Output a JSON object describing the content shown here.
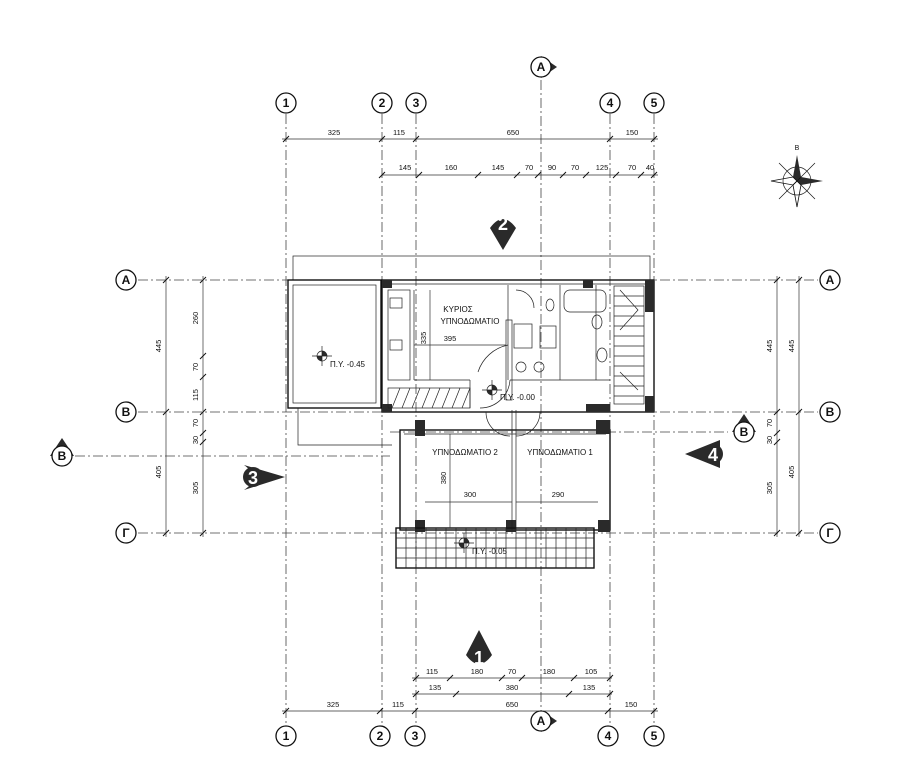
{
  "axes": {
    "columns": [
      "1",
      "2",
      "3",
      "4",
      "5"
    ],
    "rows": [
      "A",
      "B",
      "Γ"
    ]
  },
  "section_marks": {
    "A_top": "A",
    "A_bottom": "A",
    "B_left": "B",
    "B_right": "B"
  },
  "view_marks": [
    "1",
    "2",
    "3",
    "4"
  ],
  "dims": {
    "top_primary": [
      "325",
      "115",
      "650",
      "150"
    ],
    "top_secondary": [
      "145",
      "160",
      "145",
      "70",
      "90",
      "70",
      "125",
      "70",
      "40"
    ],
    "bottom_secondary_a": [
      "115",
      "180",
      "70",
      "180",
      "105"
    ],
    "bottom_secondary_b": [
      "135",
      "380",
      "135"
    ],
    "bottom_primary": [
      "325",
      "115",
      "650",
      "150"
    ],
    "left_outer": [
      "445",
      "405"
    ],
    "left_inner": [
      "260",
      "70",
      "115",
      "70",
      "30",
      "305"
    ],
    "right_outer": [
      "445",
      "405"
    ],
    "right_inner": [
      "445",
      "70",
      "30",
      "305"
    ],
    "room_inner": {
      "d335": "335",
      "d395": "395",
      "d380": "380",
      "d300": "300",
      "d290": "290"
    }
  },
  "rooms": {
    "master_line1": "ΚΥΡΙΟΣ",
    "master_line2": "ΥΠΝΟΔΩΜΑΤΙΟ",
    "bed2": "ΥΠΝΟΔΩΜΑΤΙΟ 2",
    "bed1": "ΥΠΝΟΔΩΜΑΤΙΟ 1"
  },
  "levels": {
    "terrace": "Π.Υ. -0.45",
    "hall": "Π.Υ. -0.00",
    "balcony": "Π.Υ. -0.05"
  },
  "north_mark": "B"
}
